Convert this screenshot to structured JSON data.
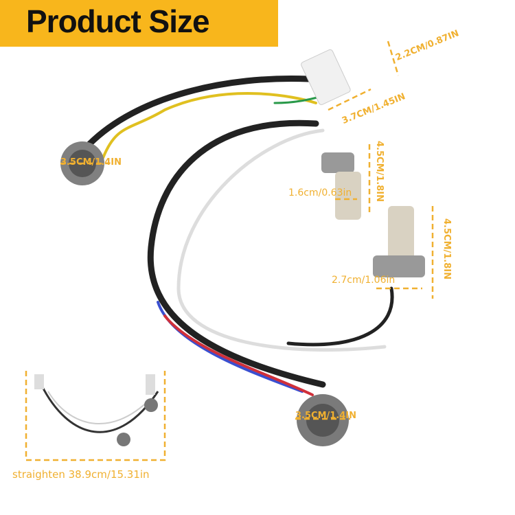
{
  "banner": {
    "title": "Product Size",
    "color": "#F8B61C"
  },
  "dimensions": {
    "connector_height": "2.2CM/0.87IN",
    "connector_length": "3.7CM/1.45IN",
    "socket_left": "3.5CM/1.4IN",
    "small_socket_height": "4.5CM/1.8IN",
    "small_socket_width": "1.6cm/0.63in",
    "large_socket_height": "4.5CM/1.8IN",
    "large_socket_width": "2.7cm/1.06in",
    "socket_bottom": "3.5CM/1.4IN",
    "straighten": "straighten 38.9cm/15.31in"
  },
  "label_color": "#F0B030"
}
